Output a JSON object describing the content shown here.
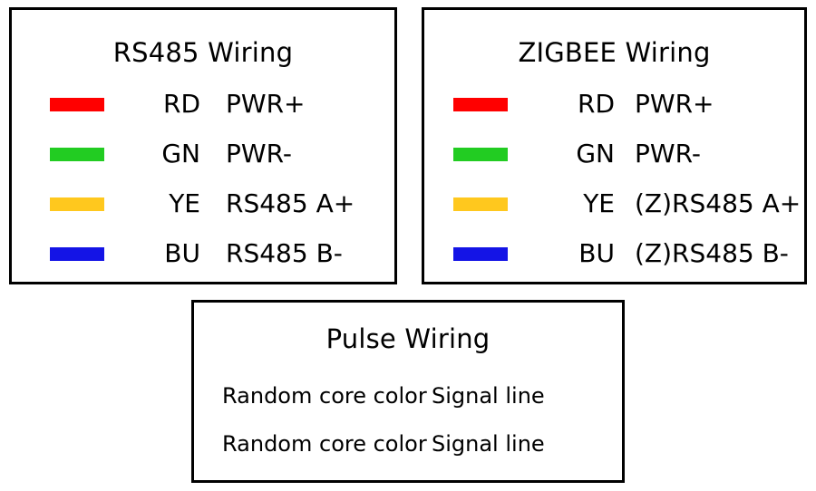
{
  "panels": {
    "rs485": {
      "title": "RS485 Wiring",
      "rows": [
        {
          "color": "#FF0000",
          "color_name": "red",
          "code": "RD",
          "function": "PWR+"
        },
        {
          "color": "#22CC22",
          "color_name": "green",
          "code": "GN",
          "function": "PWR-"
        },
        {
          "color": "#FFC81E",
          "color_name": "yellow",
          "code": "YE",
          "function": "RS485 A+"
        },
        {
          "color": "#1414E6",
          "color_name": "blue",
          "code": "BU",
          "function": "RS485 B-"
        }
      ]
    },
    "zigbee": {
      "title": "ZIGBEE Wiring",
      "rows": [
        {
          "color": "#FF0000",
          "color_name": "red",
          "code": "RD",
          "function": "PWR+"
        },
        {
          "color": "#22CC22",
          "color_name": "green",
          "code": "GN",
          "function": "PWR-"
        },
        {
          "color": "#FFC81E",
          "color_name": "yellow",
          "code": "YE",
          "function": "(Z)RS485 A+"
        },
        {
          "color": "#1414E6",
          "color_name": "blue",
          "code": "BU",
          "function": "(Z)RS485 B-"
        }
      ]
    },
    "pulse": {
      "title": "Pulse Wiring",
      "rows": [
        {
          "core": "Random core color",
          "signal": "Signal line"
        },
        {
          "core": "Random core color",
          "signal": "Signal line"
        }
      ]
    }
  },
  "style": {
    "border_color": "#000000",
    "text_color": "#000000",
    "background": "#FFFFFF"
  }
}
